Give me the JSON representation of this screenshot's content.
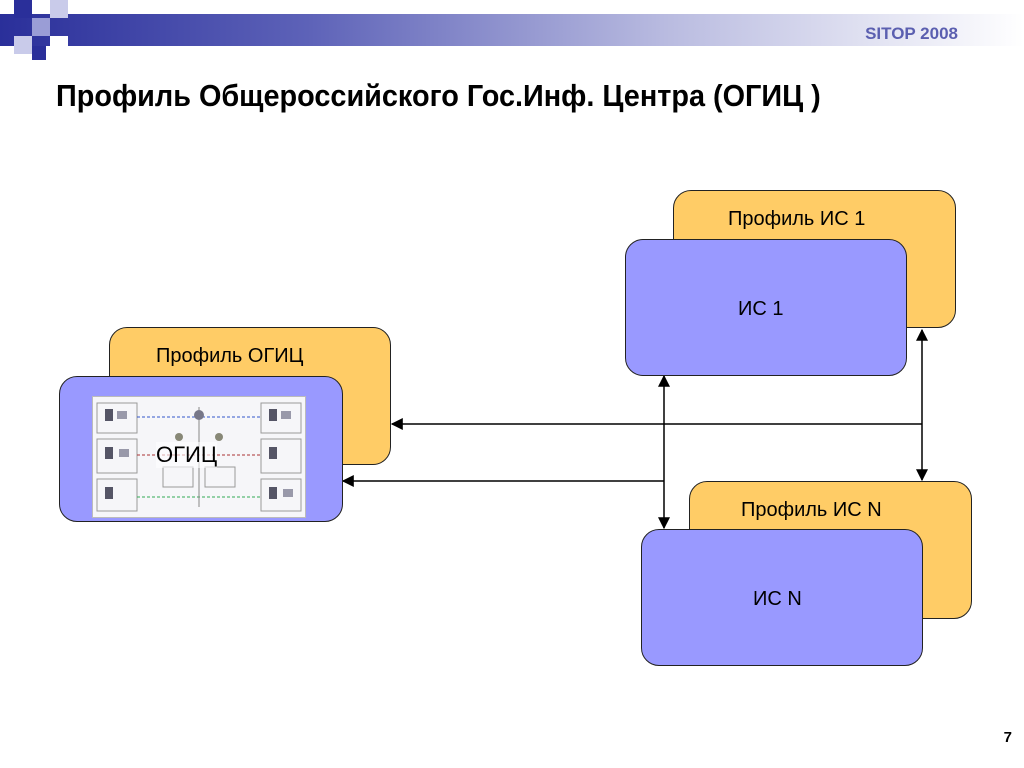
{
  "header": {
    "conference": "SITOP 2008",
    "title": "Профиль Общероссийского Гос.Инф. Центра (ОГИЦ )"
  },
  "diagram": {
    "ogic_profile_label": "Профиль ОГИЦ",
    "ogic_label": "ОГИЦ",
    "is1_profile_label": "Профиль ИС 1",
    "is1_label": "ИС 1",
    "isn_profile_label": "Профиль ИС N",
    "isn_label": "ИС N"
  },
  "colors": {
    "profile_fill": "#ffcc66",
    "system_fill": "#9999ff",
    "header_bar": "#2a2f9a"
  },
  "footer": {
    "slide_number": "7"
  }
}
